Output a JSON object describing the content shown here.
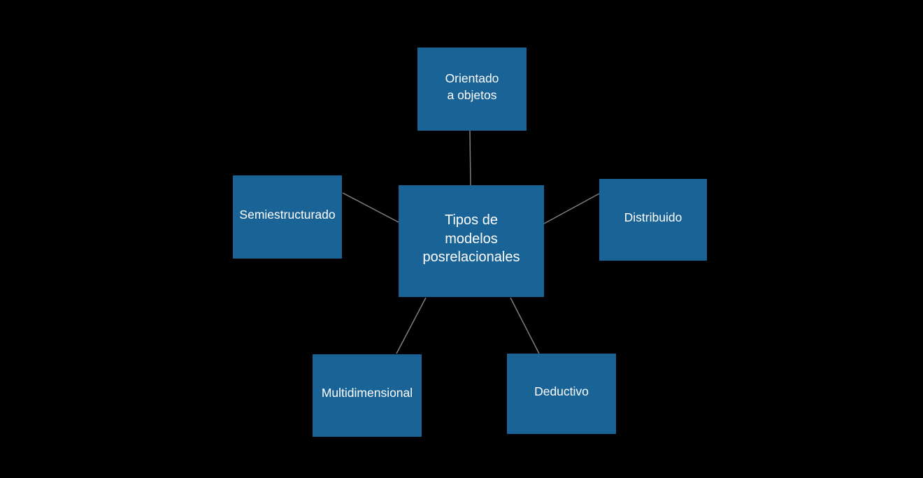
{
  "colors": {
    "background": "#000000",
    "node_fill": "#1a6397",
    "node_text": "#ffffff",
    "connector": "#7f7f7f"
  },
  "diagram": {
    "type": "radial",
    "center": {
      "label": "Tipos de\nmodelos\nposrelacionales"
    },
    "nodes": [
      {
        "id": "orientado-a-objetos",
        "label": "Orientado\na objetos"
      },
      {
        "id": "semiestructurado",
        "label": "Semiestructurado"
      },
      {
        "id": "distribuido",
        "label": "Distribuido"
      },
      {
        "id": "multidimensional",
        "label": "Multidimensional"
      },
      {
        "id": "deductivo",
        "label": "Deductivo"
      }
    ]
  }
}
